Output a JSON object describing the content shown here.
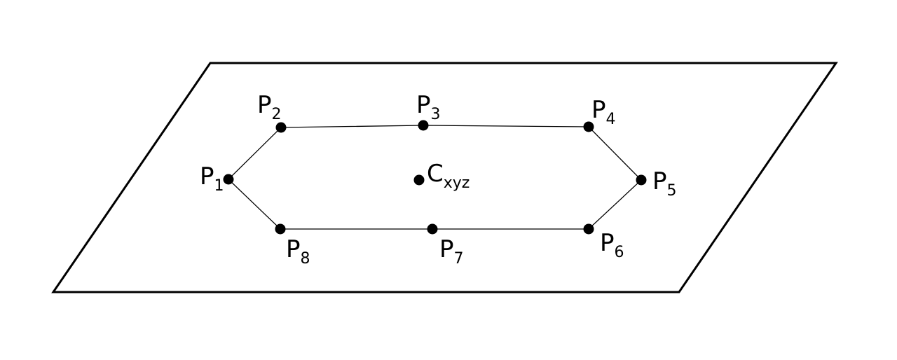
{
  "diagram": {
    "points": [
      {
        "id": "p1",
        "main": "P",
        "sub": "1"
      },
      {
        "id": "p2",
        "main": "P",
        "sub": "2"
      },
      {
        "id": "p3",
        "main": "P",
        "sub": "3"
      },
      {
        "id": "p4",
        "main": "P",
        "sub": "4"
      },
      {
        "id": "p5",
        "main": "P",
        "sub": "5"
      },
      {
        "id": "p6",
        "main": "P",
        "sub": "6"
      },
      {
        "id": "p7",
        "main": "P",
        "sub": "7"
      },
      {
        "id": "p8",
        "main": "P",
        "sub": "8"
      }
    ],
    "center": {
      "main": "C",
      "sub": "xyz"
    },
    "colors": {
      "stroke": "#000000",
      "background": "#ffffff"
    }
  }
}
